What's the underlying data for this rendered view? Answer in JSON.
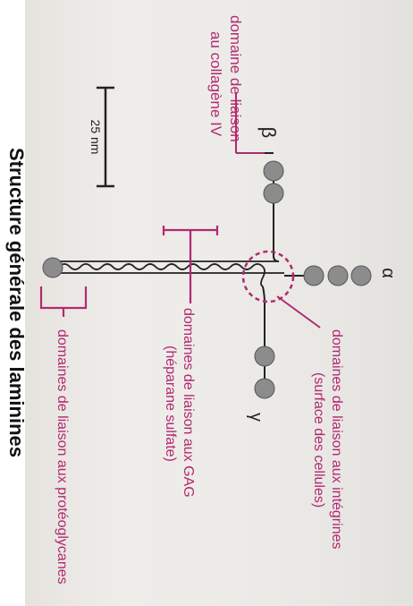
{
  "figure": {
    "caption": "Structure générale des laminines",
    "scale_bar_label": "25 nm",
    "chain_labels": {
      "alpha": "α",
      "beta": "β",
      "gamma": "γ"
    },
    "annotations": {
      "collagen_iv_binding": [
        "domaine de liaison",
        "au collagène IV"
      ],
      "integrin_binding": [
        "domaines de liaison aux intégrines",
        "(surface des cellules)"
      ],
      "gag_binding": [
        "domaines de liaison aux GAG",
        "(héparane sulfate)"
      ],
      "proteoglycan_binding": "domaines de liaison aux protéoglycanes"
    },
    "colors": {
      "annotation": "#b2296f",
      "domain_fill": "#8c8c8c",
      "line": "#222222"
    }
  }
}
